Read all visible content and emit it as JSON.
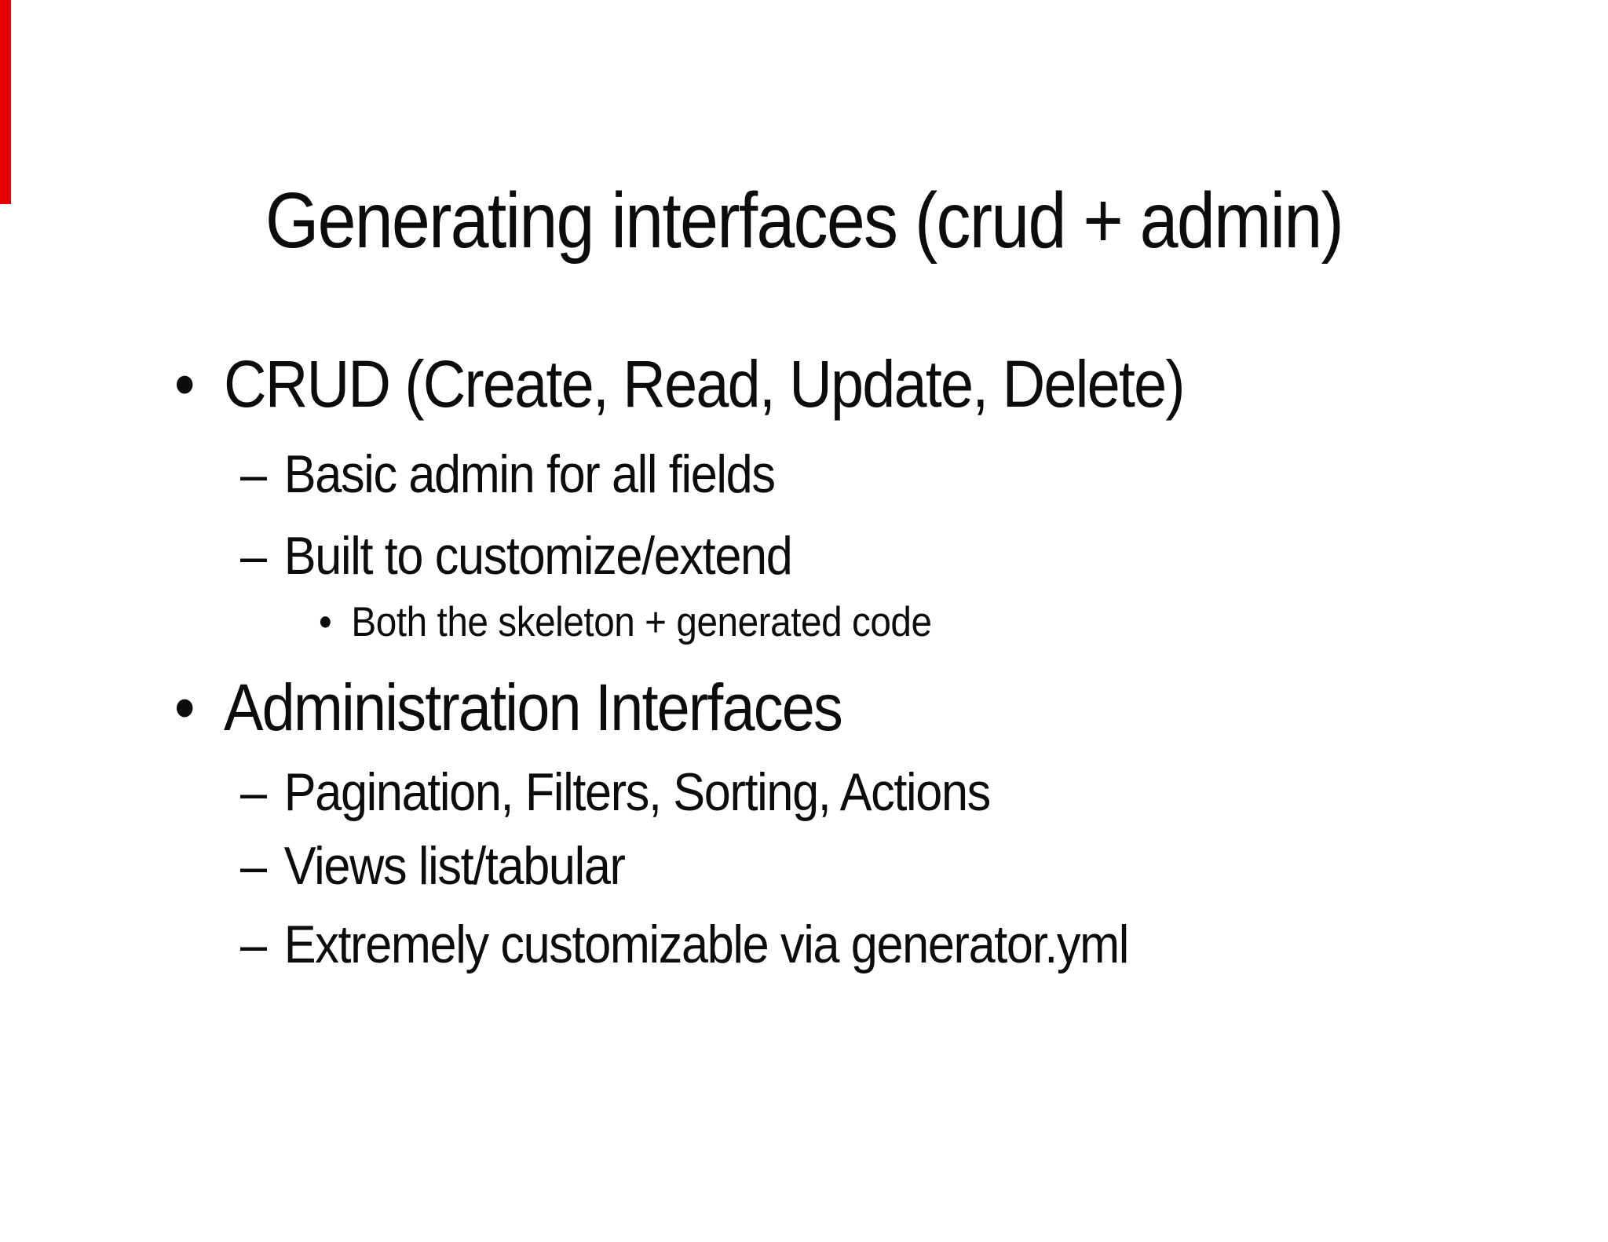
{
  "slide": {
    "title": "Generating interfaces (crud + admin)",
    "bullets": [
      {
        "level": 1,
        "marker": "•",
        "text": "CRUD (Create, Read, Update, Delete)"
      },
      {
        "level": 2,
        "marker": "–",
        "text": "Basic admin for all fields"
      },
      {
        "level": 2,
        "marker": "–",
        "text": "Built to customize/extend"
      },
      {
        "level": 3,
        "marker": "•",
        "text": "Both the skeleton + generated code"
      },
      {
        "level": 1,
        "marker": "•",
        "text": "Administration Interfaces"
      },
      {
        "level": 2,
        "marker": "–",
        "text": "Pagination, Filters, Sorting, Actions"
      },
      {
        "level": 2,
        "marker": "–",
        "text": "Views list/tabular"
      },
      {
        "level": 2,
        "marker": "–",
        "text": "Extremely customizable via generator.yml"
      }
    ],
    "colors": {
      "background": "#ffffff",
      "text": "#0c0c0c",
      "annotation_mark": "#e60000"
    }
  }
}
